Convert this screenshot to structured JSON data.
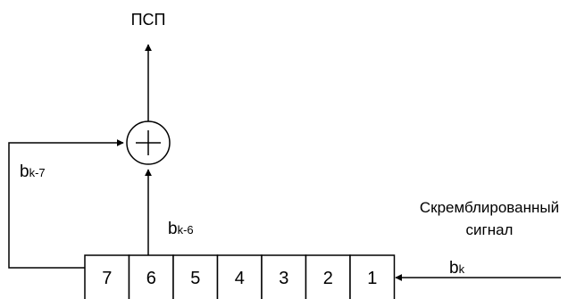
{
  "output_label": "ПСП",
  "feedback_tap_7": {
    "main": "b",
    "sub": "k-7"
  },
  "feedback_tap_6": {
    "main": "b",
    "sub": "k-6"
  },
  "input_label": {
    "main": "b",
    "sub": "k"
  },
  "input_caption": [
    "Скремблированный",
    "сигнал"
  ],
  "register_cells": [
    "7",
    "6",
    "5",
    "4",
    "3",
    "2",
    "1"
  ]
}
